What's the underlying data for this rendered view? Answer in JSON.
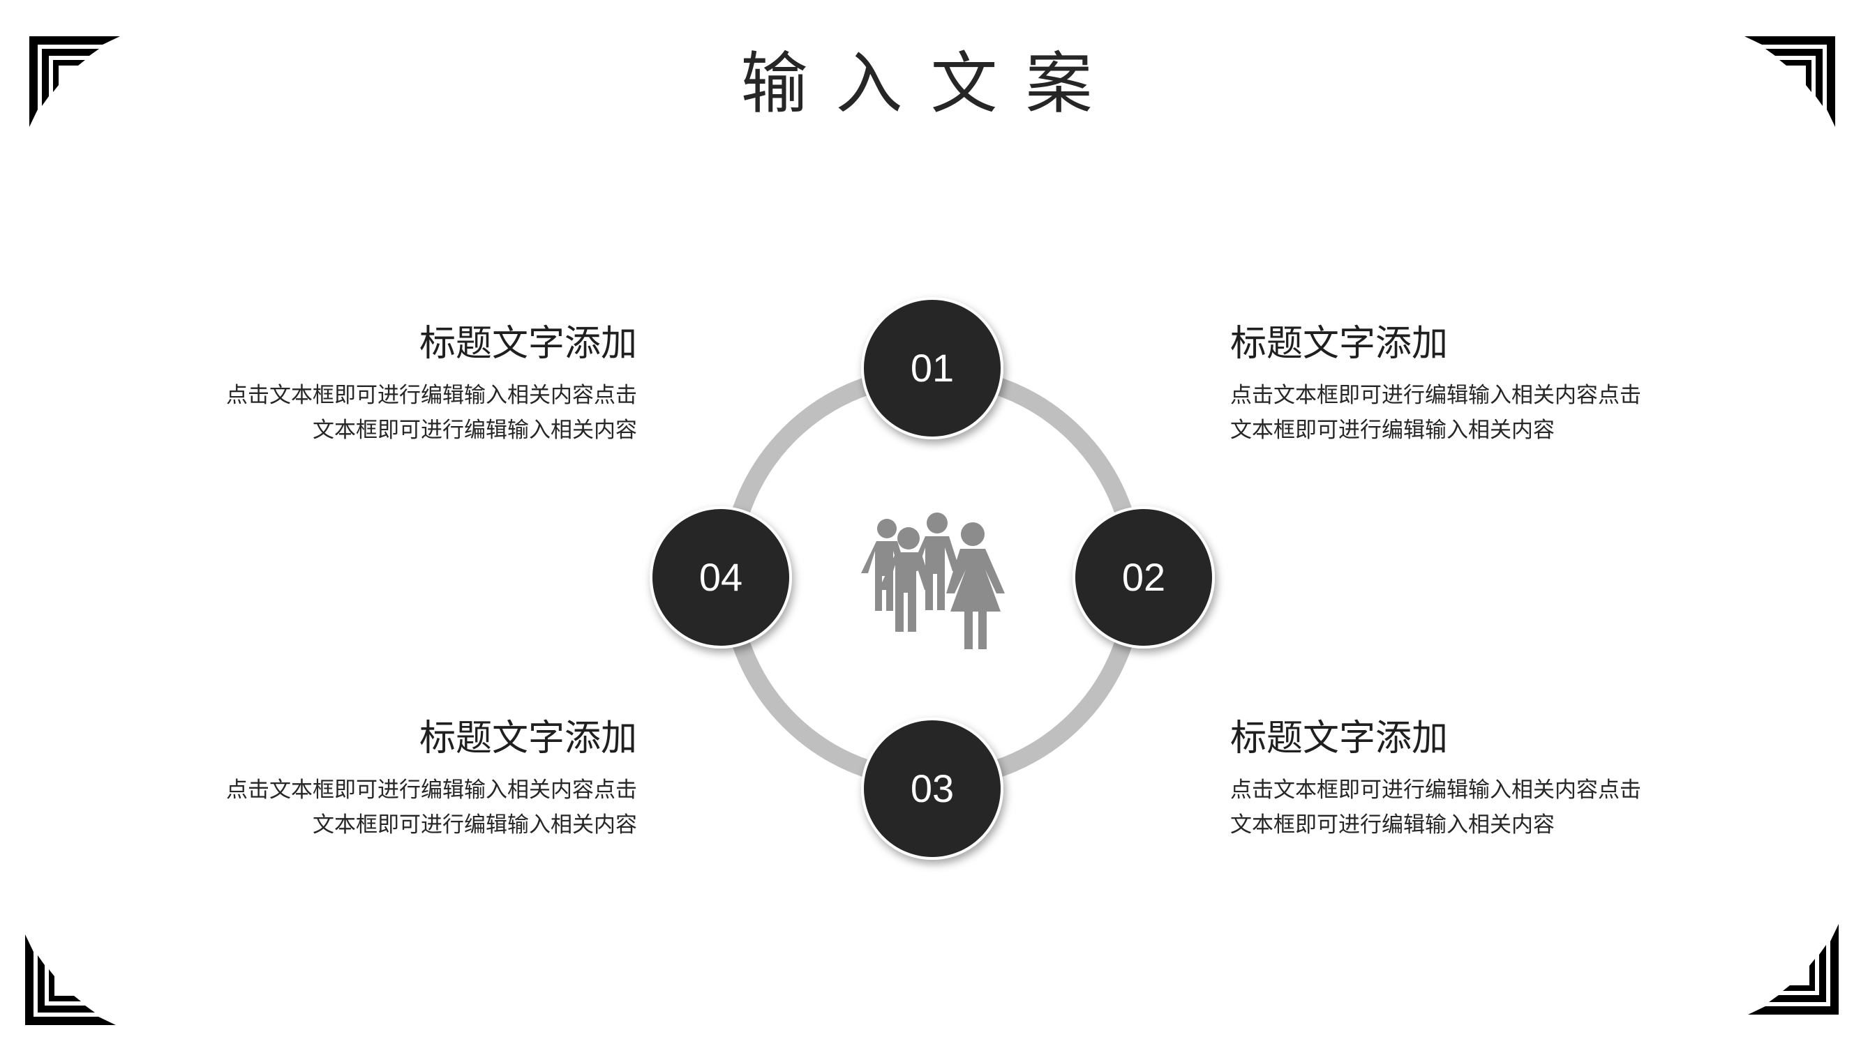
{
  "title": "输入文案",
  "center_icon": "people-group-icon",
  "colors": {
    "circle_fill": "#262626",
    "ring": "#bfbfbf",
    "icon": "#8c8c8c",
    "corner": "#000000"
  },
  "nodes": [
    {
      "number": "01"
    },
    {
      "number": "02"
    },
    {
      "number": "03"
    },
    {
      "number": "04"
    }
  ],
  "blocks": {
    "top_left": {
      "heading": "标题文字添加",
      "line1": "点击文本框即可进行编辑输入相关内容点击",
      "line2": "文本框即可进行编辑输入相关内容"
    },
    "top_right": {
      "heading": "标题文字添加",
      "line1": "点击文本框即可进行编辑输入相关内容点击",
      "line2": "文本框即可进行编辑输入相关内容"
    },
    "bottom_left": {
      "heading": "标题文字添加",
      "line1": "点击文本框即可进行编辑输入相关内容点击",
      "line2": "文本框即可进行编辑输入相关内容"
    },
    "bottom_right": {
      "heading": "标题文字添加",
      "line1": "点击文本框即可进行编辑输入相关内容点击",
      "line2": "文本框即可进行编辑输入相关内容"
    }
  }
}
